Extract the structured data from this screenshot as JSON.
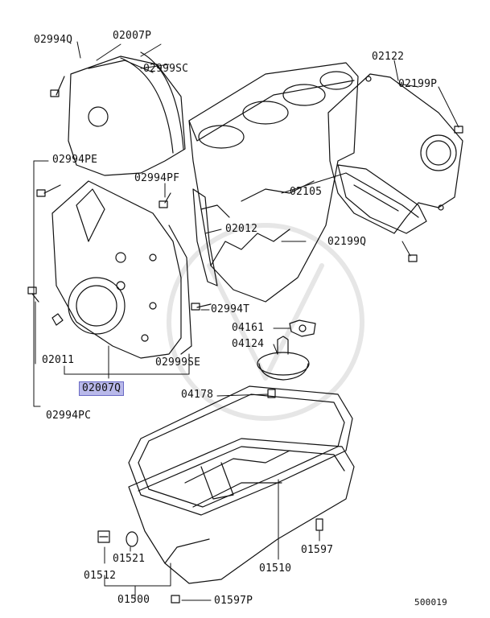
{
  "diagram": {
    "doc_number": "500019",
    "highlighted_part": "02007Q",
    "parts": [
      {
        "id": "p1",
        "code": "02994Q"
      },
      {
        "id": "p2",
        "code": "02007P"
      },
      {
        "id": "p3",
        "code": "02999SC"
      },
      {
        "id": "p4",
        "code": "02122"
      },
      {
        "id": "p5",
        "code": "02199P"
      },
      {
        "id": "p6",
        "code": "02994PE"
      },
      {
        "id": "p7",
        "code": "02994PF"
      },
      {
        "id": "p8",
        "code": "02105"
      },
      {
        "id": "p9",
        "code": "02012"
      },
      {
        "id": "p10",
        "code": "02199Q"
      },
      {
        "id": "p11",
        "code": "02994T"
      },
      {
        "id": "p12",
        "code": "04161"
      },
      {
        "id": "p13",
        "code": "04124"
      },
      {
        "id": "p14",
        "code": "02011"
      },
      {
        "id": "p15",
        "code": "02999SE"
      },
      {
        "id": "p16",
        "code": "02007Q"
      },
      {
        "id": "p17",
        "code": "04178"
      },
      {
        "id": "p18",
        "code": "02994PC"
      },
      {
        "id": "p19",
        "code": "01597"
      },
      {
        "id": "p20",
        "code": "01521"
      },
      {
        "id": "p21",
        "code": "01510"
      },
      {
        "id": "p22",
        "code": "01512"
      },
      {
        "id": "p23",
        "code": "01500"
      },
      {
        "id": "p24",
        "code": "01597P"
      }
    ]
  }
}
